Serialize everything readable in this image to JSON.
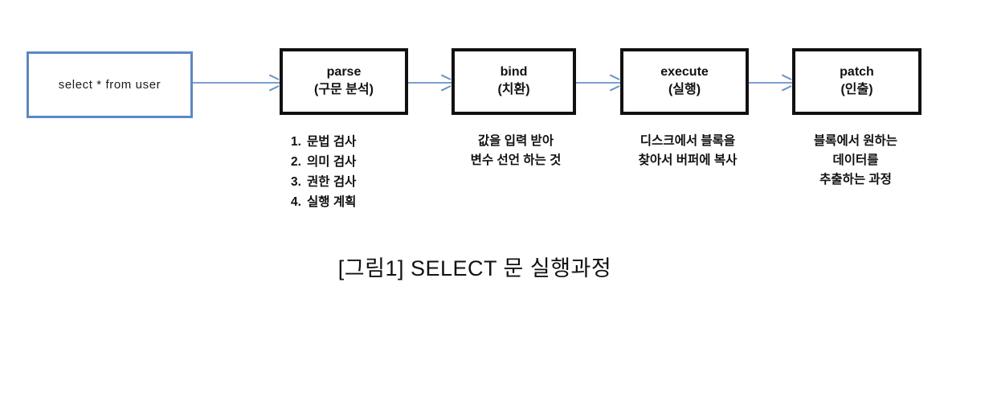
{
  "diagram": {
    "input": {
      "text": "select * from user"
    },
    "steps": [
      {
        "id": "parse",
        "title": "parse",
        "subtitle": "(구문 분석)",
        "description_type": "ordered-list",
        "items": [
          {
            "marker": "1.",
            "text": "문법 검사"
          },
          {
            "marker": "2.",
            "text": "의미 검사"
          },
          {
            "marker": "3.",
            "text": "권한 검사"
          },
          {
            "marker": "4.",
            "text": "실행 계획"
          }
        ]
      },
      {
        "id": "bind",
        "title": "bind",
        "subtitle": "(치환)",
        "description_type": "lines",
        "lines": [
          "값을 입력 받아",
          "변수 선언 하는 것"
        ]
      },
      {
        "id": "execute",
        "title": "execute",
        "subtitle": "(실행)",
        "description_type": "lines",
        "lines": [
          "디스크에서 블록을",
          "찾아서 버퍼에 복사"
        ]
      },
      {
        "id": "patch",
        "title": "patch",
        "subtitle": "(인출)",
        "description_type": "lines",
        "lines": [
          "블록에서 원하는",
          "데이터를",
          "추출하는 과정"
        ]
      }
    ],
    "connectors": [
      {
        "id": "arrow-1",
        "icon": "arrow-right-icon"
      },
      {
        "id": "arrow-2",
        "icon": "arrow-right-icon"
      },
      {
        "id": "arrow-3",
        "icon": "arrow-right-icon"
      },
      {
        "id": "arrow-4",
        "icon": "arrow-right-icon"
      }
    ],
    "caption": "[그림1] SELECT 문 실행과정",
    "colors": {
      "input_border": "#5b89c0",
      "step_border": "#111111",
      "arrow": "#7ba0d0",
      "text": "#111111",
      "background": "#ffffff"
    }
  }
}
